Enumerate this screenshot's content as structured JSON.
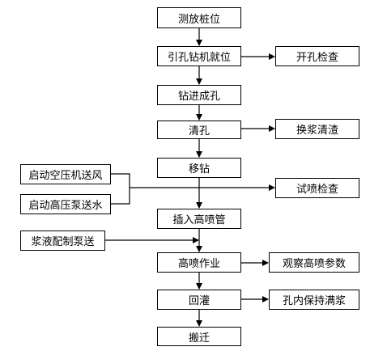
{
  "colors": {
    "stroke": "#000000",
    "background": "#ffffff"
  },
  "nodes": {
    "survey": "测放桩位",
    "rig_position": "引孔钻机就位",
    "hole_check": "开孔检查",
    "drill_hole": "钻进成孔",
    "clean_hole": "清孔",
    "slurry_change": "换浆清渣",
    "move_rig": "移钻",
    "start_compressor": "启动空压机送风",
    "start_pump": "启动高压泵送水",
    "test_spray": "试喷检查",
    "insert_pipe": "插入高喷管",
    "grout_mix": "浆液配制泵送",
    "jet_operation": "高喷作业",
    "observe_params": "观察高喷参数",
    "backfill": "回灌",
    "keep_full": "孔内保持满浆",
    "relocate": "搬迁"
  }
}
